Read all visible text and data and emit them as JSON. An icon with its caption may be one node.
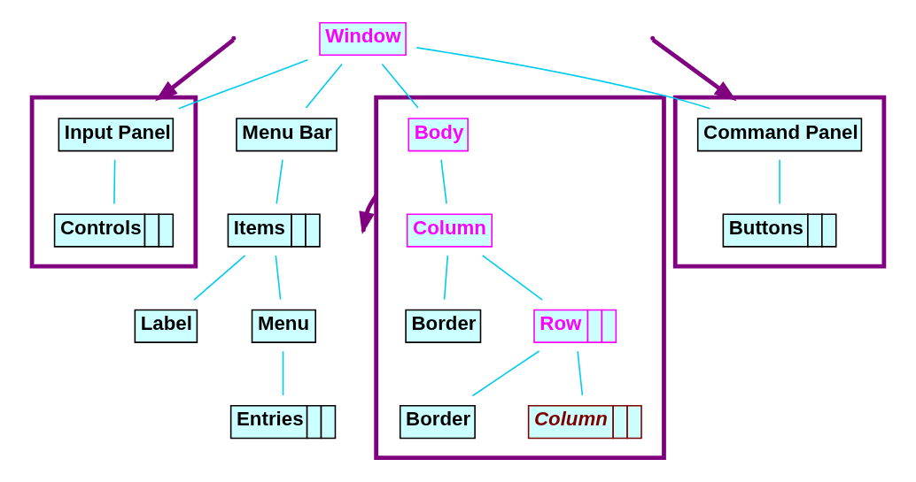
{
  "diagram": {
    "nodes": [
      {
        "text": [
          "Window"
        ]
      },
      {
        "text": [
          "Menu Bar"
        ]
      },
      {
        "text": [],
        "shape": "box"
      },
      {
        "text": [
          "Input Panel"
        ],
        "in": 2
      },
      {
        "text": [
          "Controls"
        ],
        "in": 2
      },
      {
        "text": [],
        "shape": "box"
      },
      {
        "text": [
          "Body"
        ],
        "in": 5
      },
      {
        "text": [
          "Column"
        ],
        "in": 5
      },
      {
        "text": [
          "Border"
        ],
        "in": 5
      },
      {
        "text": [
          "Row"
        ],
        "in": 5
      },
      {
        "text": [
          "Border"
        ],
        "in": 5
      },
      {
        "text": [
          "Column"
        ],
        "in": 5
      },
      {
        "text": [],
        "shape": "box"
      },
      {
        "text": [
          "Command Panel"
        ],
        "in": 12
      },
      {
        "text": [
          "Buttons"
        ],
        "in": 12
      },
      {
        "text": [
          "Items"
        ]
      },
      {
        "text": [
          "Label"
        ]
      },
      {
        "text": [
          "Menu"
        ]
      },
      {
        "text": [
          "Entries"
        ]
      }
    ],
    "edges": [
      {
        "from": 0,
        "to": 1,
        "arrow": "none"
      },
      {
        "from": 0,
        "to": 3,
        "arrow": "none"
      },
      {
        "from": 0,
        "to": 6,
        "arrow": "none"
      },
      {
        "from": 0,
        "to": 13,
        "arrow": "none"
      },
      {
        "from": 1,
        "to": 15,
        "arrow": "none"
      },
      {
        "from": 3,
        "to": 4,
        "arrow": "none"
      },
      {
        "from": 6,
        "to": 7,
        "arrow": "none"
      },
      {
        "from": 13,
        "to": 14,
        "arrow": "none"
      },
      {
        "from": 15,
        "to": 16,
        "arrow": "none"
      },
      {
        "from": 15,
        "to": 17,
        "arrow": "none"
      },
      {
        "from": 17,
        "to": 18,
        "arrow": "none"
      },
      {
        "from": 7,
        "to": 8,
        "arrow": "none"
      },
      {
        "from": 7,
        "to": 9,
        "arrow": "none"
      },
      {
        "from": 9,
        "to": 10,
        "arrow": "none"
      },
      {
        "from": 9,
        "to": 11,
        "arrow": "none"
      },
      {
        "from": null,
        "to": 2,
        "arrow": "to",
        "style": "thick",
        "color": "#800080"
      },
      {
        "from": 5,
        "to": null,
        "arrow": "to",
        "style": "thick",
        "color": "#800080"
      },
      {
        "from": null,
        "to": 12,
        "arrow": "to",
        "style": "thick",
        "color": "#800080"
      }
    ]
  }
}
